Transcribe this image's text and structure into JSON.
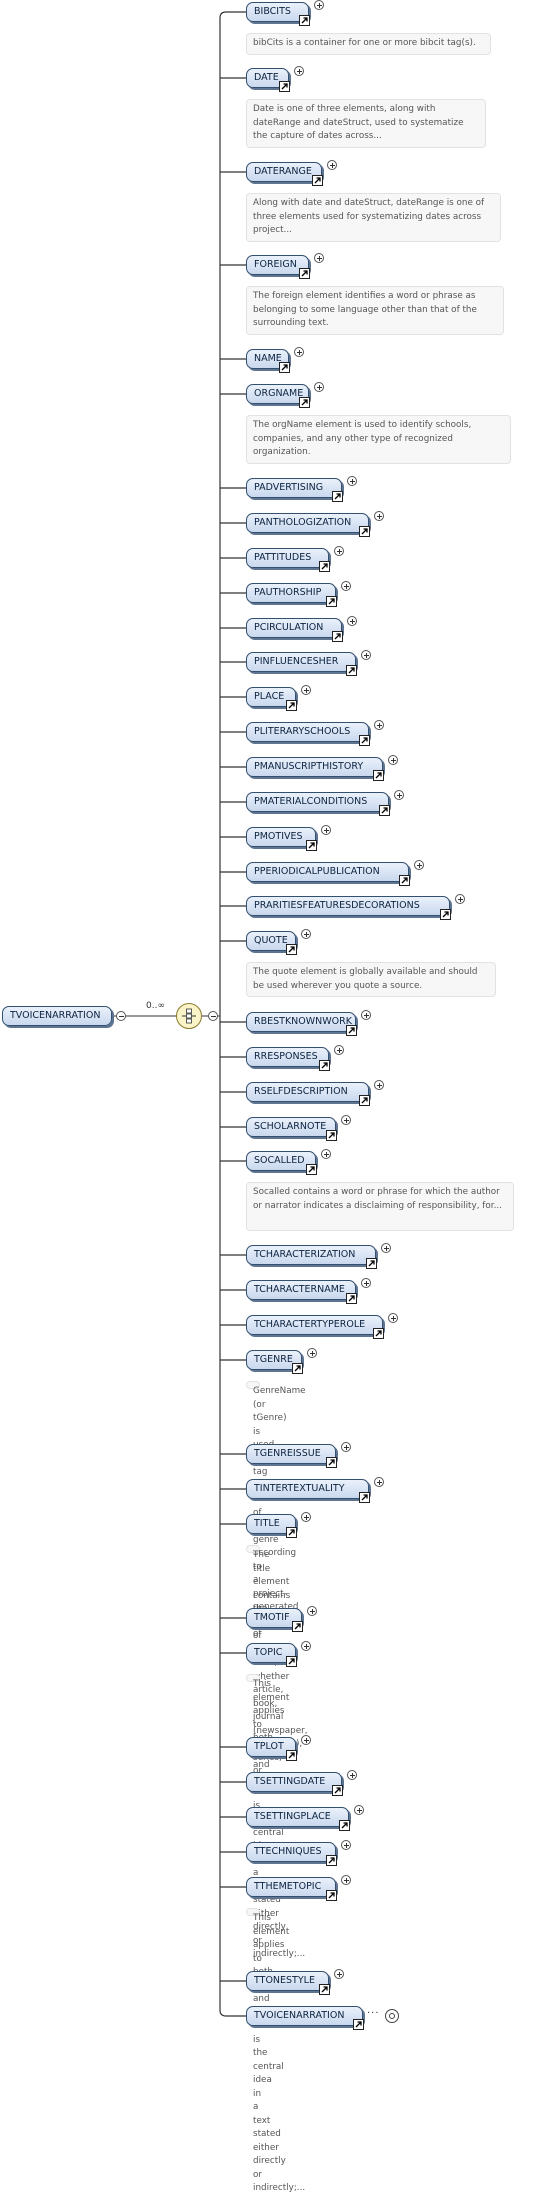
{
  "root": {
    "label": "TVOICENARRATION",
    "cardinality": "0..∞"
  },
  "children": [
    {
      "label": "BIBCITS",
      "doc": "bibCits is a container for one or more bibcit tag(s)."
    },
    {
      "label": "DATE",
      "doc": "Date is one of three elements, along with dateRange and dateStruct, used to systematize the capture of dates across..."
    },
    {
      "label": "DATERANGE",
      "doc": "Along with date and dateStruct, dateRange is one of three elements used for systematizing dates across project..."
    },
    {
      "label": "FOREIGN",
      "doc": "The foreign element identifies a word or phrase as belonging to some language other than that of the surrounding text."
    },
    {
      "label": "NAME"
    },
    {
      "label": "ORGNAME",
      "doc": "The orgName element is used to identify schools, companies, and any other type of recognized organization."
    },
    {
      "label": "PADVERTISING"
    },
    {
      "label": "PANTHOLOGIZATION"
    },
    {
      "label": "PATTITUDES"
    },
    {
      "label": "PAUTHORSHIP"
    },
    {
      "label": "PCIRCULATION"
    },
    {
      "label": "PINFLUENCESHER"
    },
    {
      "label": "PLACE"
    },
    {
      "label": "PLITERARYSCHOOLS"
    },
    {
      "label": "PMANUSCRIPTHISTORY"
    },
    {
      "label": "PMATERIALCONDITIONS"
    },
    {
      "label": "PMOTIVES"
    },
    {
      "label": "PPERIODICALPUBLICATION"
    },
    {
      "label": "PRARITIESFEATURESDECORATIONS"
    },
    {
      "label": "QUOTE",
      "doc": "The quote element is globally available and should be used wherever you quote a source."
    },
    {
      "label": "RBESTKNOWNWORK"
    },
    {
      "label": "RRESPONSES"
    },
    {
      "label": "RSELFDESCRIPTION"
    },
    {
      "label": "SCHOLARNOTE"
    },
    {
      "label": "SOCALLED",
      "doc": "Socalled contains a word or phrase for which the author or narrator indicates a disclaiming of responsibility, for..."
    },
    {
      "label": "TCHARACTERIZATION"
    },
    {
      "label": "TCHARACTERNAME"
    },
    {
      "label": "TCHARACTERTYPEROLE"
    },
    {
      "label": "TGENRE",
      "doc": "GenreName (or tGenre) is used to tag the name of the genre according to a project-generated list of genre names."
    },
    {
      "label": "TGENREISSUE"
    },
    {
      "label": "TINTERTEXTUALITY"
    },
    {
      "label": "TITLE",
      "doc": "The title element contains the title of a work, whether article, book, journal (newspaper, magazine), series, or..."
    },
    {
      "label": "TMOTIF"
    },
    {
      "label": "TOPIC",
      "doc": "This element applies to both theme and topic. Theme is the central idea in a text stated either directly or indirectly;..."
    },
    {
      "label": "TPLOT"
    },
    {
      "label": "TSETTINGDATE"
    },
    {
      "label": "TSETTINGPLACE"
    },
    {
      "label": "TTECHNIQUES"
    },
    {
      "label": "TTHEMETOPIC",
      "doc": "This element applies to both theme and topic. Theme is the central idea in a text stated either directly or indirectly;..."
    },
    {
      "label": "TTONESTYLE"
    },
    {
      "label": "TVOICENARRATION",
      "recursive": true
    }
  ]
}
